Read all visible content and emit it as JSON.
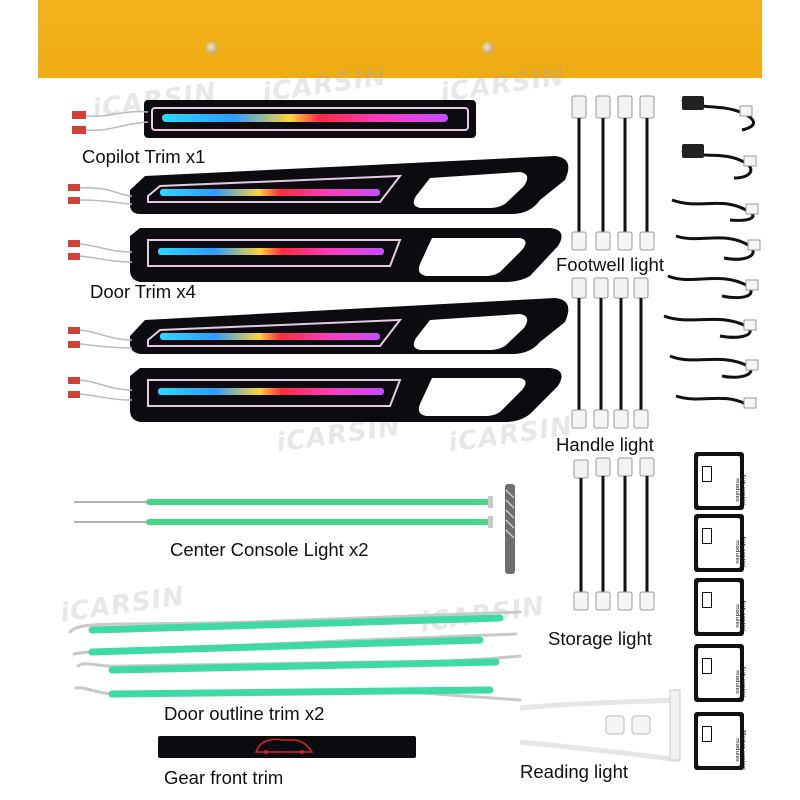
{
  "labels": {
    "copilot_trim": "Copilot Trim x1",
    "door_trim": "Door Trim x4",
    "footwell_light": "Footwell light",
    "handle_light": "Handle light",
    "center_console": "Center Console Light x2",
    "storage_light": "Storage light",
    "door_outline": "Door outline trim x2",
    "gear_front": "Gear front trim",
    "reading_light": "Reading light"
  },
  "watermark": "iCARSIN",
  "modules": [
    {
      "text": "Sub control modules"
    },
    {
      "text": "Sub control modules"
    },
    {
      "text": "Sub control modules"
    },
    {
      "text": "Sub control modules"
    },
    {
      "text": "Master control modules"
    }
  ],
  "colors": {
    "top_bar": "#f0ae18",
    "trim_black": "#0c0c10",
    "strip_green": "#3fd9a6",
    "rgb_start": "#2fd7ff",
    "rgb_mid": "#ff2a40",
    "rgb_end": "#c84cff"
  }
}
